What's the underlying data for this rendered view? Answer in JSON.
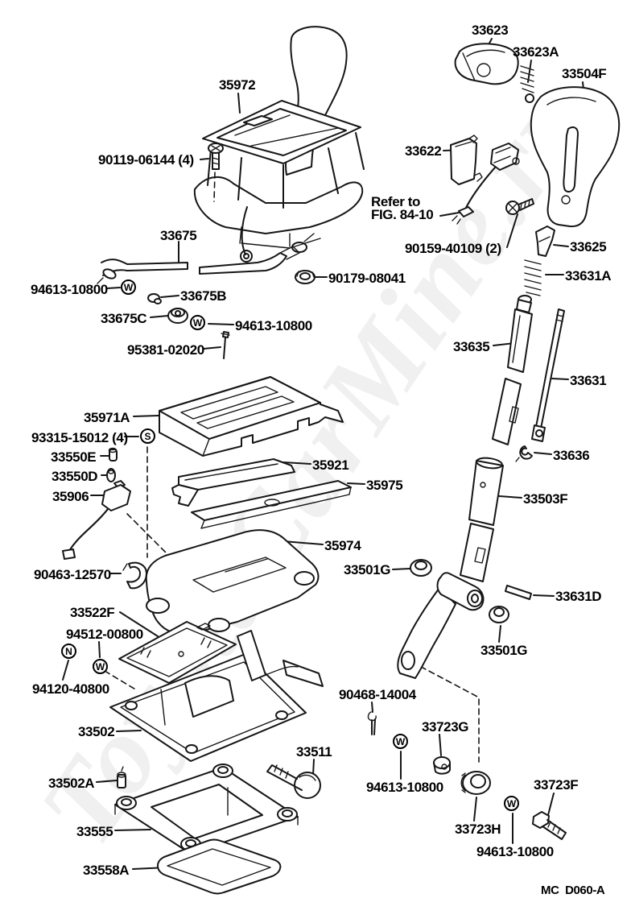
{
  "diagram": {
    "watermark": "ToyotaCarMine.ru",
    "figure_code": "MC  D060-A",
    "note": {
      "line1": "Refer to",
      "line2": "FIG. 84-10"
    },
    "labels": [
      {
        "text": "33623"
      },
      {
        "text": "33623A"
      },
      {
        "text": "33504F"
      },
      {
        "text": "35972"
      },
      {
        "text": "90119-06144 (4)"
      },
      {
        "text": "33622"
      },
      {
        "text": "90159-40109 (2)"
      },
      {
        "text": "33625"
      },
      {
        "text": "33631A"
      },
      {
        "text": "90179-08041"
      },
      {
        "text": "33675"
      },
      {
        "text": "94613-10800"
      },
      {
        "text": "33675B"
      },
      {
        "text": "33675C"
      },
      {
        "text": "94613-10800"
      },
      {
        "text": "95381-02020"
      },
      {
        "text": "33635"
      },
      {
        "text": "33631"
      },
      {
        "text": "33636"
      },
      {
        "text": "33503F"
      },
      {
        "text": "35971A"
      },
      {
        "text": "93315-15012 (4)"
      },
      {
        "text": "33550E"
      },
      {
        "text": "33550D"
      },
      {
        "text": "35906"
      },
      {
        "text": "35921"
      },
      {
        "text": "35975"
      },
      {
        "text": "35974"
      },
      {
        "text": "33501G"
      },
      {
        "text": "90463-12570"
      },
      {
        "text": "33631D"
      },
      {
        "text": "33501G"
      },
      {
        "text": "33522F"
      },
      {
        "text": "94512-00800"
      },
      {
        "text": "94120-40800"
      },
      {
        "text": "33502"
      },
      {
        "text": "90468-14004"
      },
      {
        "text": "33723G"
      },
      {
        "text": "33511"
      },
      {
        "text": "94613-10800"
      },
      {
        "text": "33502A"
      },
      {
        "text": "33723F"
      },
      {
        "text": "33723H"
      },
      {
        "text": "33555"
      },
      {
        "text": "94613-10800"
      },
      {
        "text": "33558A"
      }
    ],
    "markers": [
      {
        "letter": "W"
      },
      {
        "letter": "W"
      },
      {
        "letter": "S"
      },
      {
        "letter": "N"
      },
      {
        "letter": "W"
      },
      {
        "letter": "W"
      },
      {
        "letter": "W"
      }
    ]
  }
}
